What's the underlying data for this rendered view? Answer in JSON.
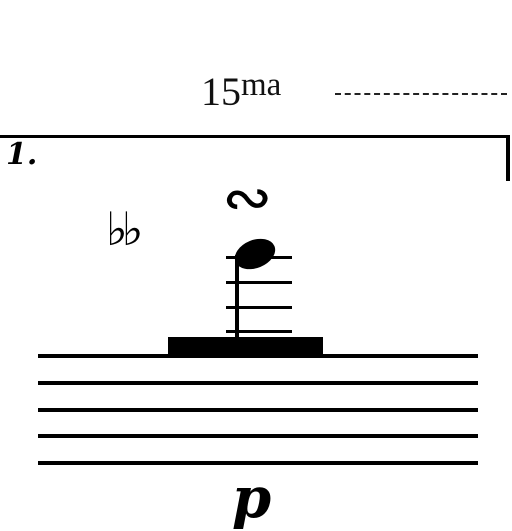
{
  "ottava": {
    "number": "15",
    "suffix": "ma"
  },
  "volta": {
    "label": "1."
  },
  "ornament": {
    "symbol": "∾"
  },
  "accidental": {
    "symbol": "♭♭"
  },
  "dynamic": {
    "marking": "p"
  }
}
